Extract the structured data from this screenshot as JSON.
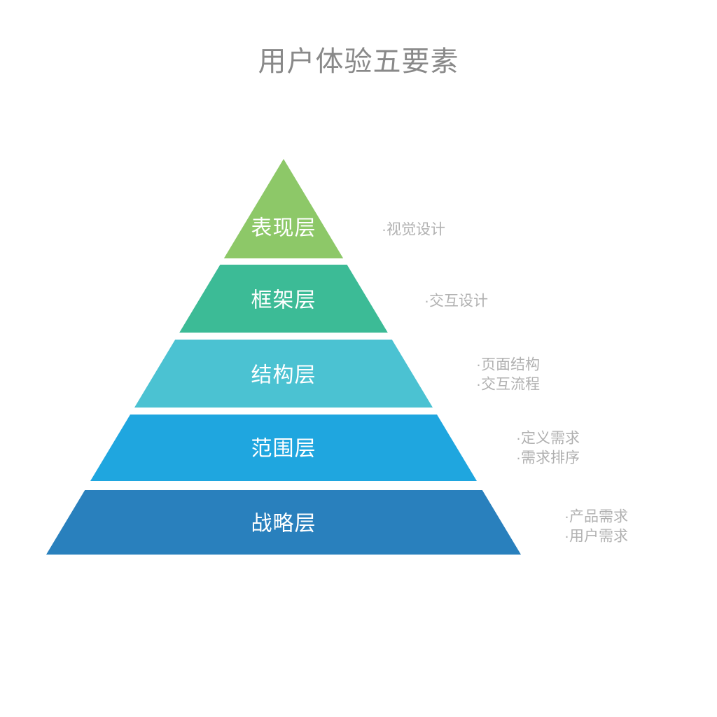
{
  "title": "用户体验五要素",
  "colors": {
    "background": "#ffffff",
    "title_text": "#898989",
    "layer_label_text": "#ffffff",
    "note_text": "#b1b1b1"
  },
  "pyramid": {
    "layers": [
      {
        "label": "表现层",
        "color": "#8dc868",
        "notes": [
          "·视觉设计"
        ]
      },
      {
        "label": "框架层",
        "color": "#3cbb96",
        "notes": [
          "·交互设计"
        ]
      },
      {
        "label": "结构层",
        "color": "#4bc2d2",
        "notes": [
          "·页面结构",
          "·交互流程"
        ]
      },
      {
        "label": "范围层",
        "color": "#1fa6df",
        "notes": [
          "·定义需求",
          "·需求排序"
        ]
      },
      {
        "label": "战略层",
        "color": "#2980bd",
        "notes": [
          "·产品需求",
          "·用户需求"
        ]
      }
    ]
  }
}
